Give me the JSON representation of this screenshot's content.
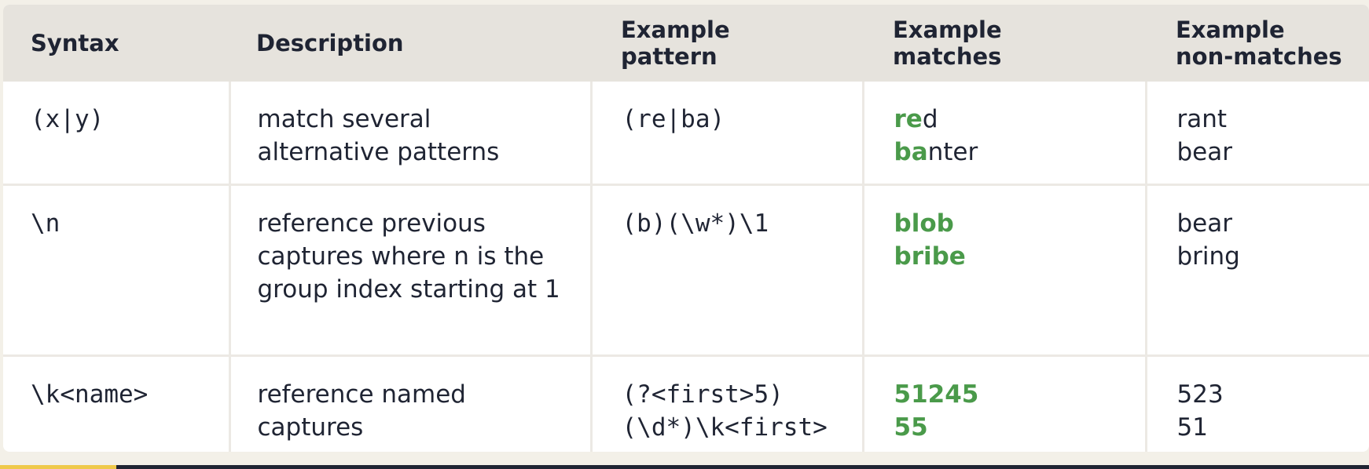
{
  "headers": [
    {
      "lines": [
        "Syntax"
      ]
    },
    {
      "lines": [
        "Description"
      ]
    },
    {
      "lines": [
        "Example",
        "pattern"
      ]
    },
    {
      "lines": [
        "Example",
        "matches"
      ]
    },
    {
      "lines": [
        "Example",
        "non-matches"
      ]
    }
  ],
  "rows": [
    {
      "syntax": "(x|y)",
      "description": [
        "match several",
        "alternative patterns"
      ],
      "pattern": [
        "(re|ba)"
      ],
      "matches": [
        {
          "highlight": "re",
          "rest": "d"
        },
        {
          "highlight": "ba",
          "rest": "nter"
        }
      ],
      "non_matches": [
        "rant",
        "bear"
      ]
    },
    {
      "syntax": "\\n",
      "description": [
        "reference previous",
        "captures where n is the",
        "group index starting at 1"
      ],
      "pattern": [
        "(b)(\\w*)\\1"
      ],
      "matches": [
        {
          "highlight": "blob",
          "rest": ""
        },
        {
          "highlight": "bribe",
          "rest": ""
        }
      ],
      "non_matches": [
        "bear",
        "bring"
      ]
    },
    {
      "syntax": "\\k<name>",
      "description": [
        "reference named",
        "captures"
      ],
      "pattern": [
        "(?<first>5)",
        "(\\d*)\\k<first>"
      ],
      "matches": [
        {
          "highlight": "51245",
          "rest": ""
        },
        {
          "highlight": "55",
          "rest": ""
        }
      ],
      "non_matches": [
        "523",
        "51"
      ]
    }
  ],
  "colors": {
    "header_bg": "#e6e3dd",
    "match_highlight": "#4a9a4a",
    "text": "#1f2433",
    "page_bg": "#f3f0e8",
    "footer_accent": "#efc94a"
  }
}
